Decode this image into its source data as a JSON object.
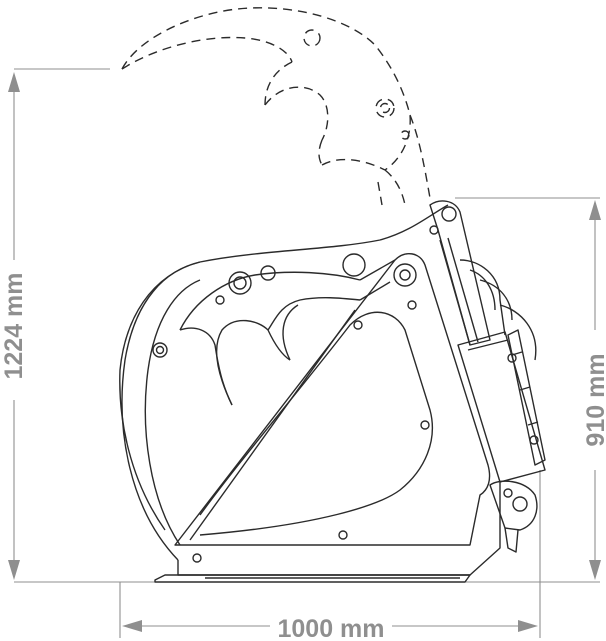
{
  "dimensions": {
    "height_total": "1224 mm",
    "height_body": "910 mm",
    "width": "1000 mm"
  },
  "colors": {
    "dimension": "#8f8f8f",
    "outline": "#2b2b2b",
    "background": "#ffffff"
  },
  "icons": [
    "arrow-up-icon",
    "arrow-down-icon",
    "arrow-left-icon",
    "arrow-right-icon"
  ]
}
